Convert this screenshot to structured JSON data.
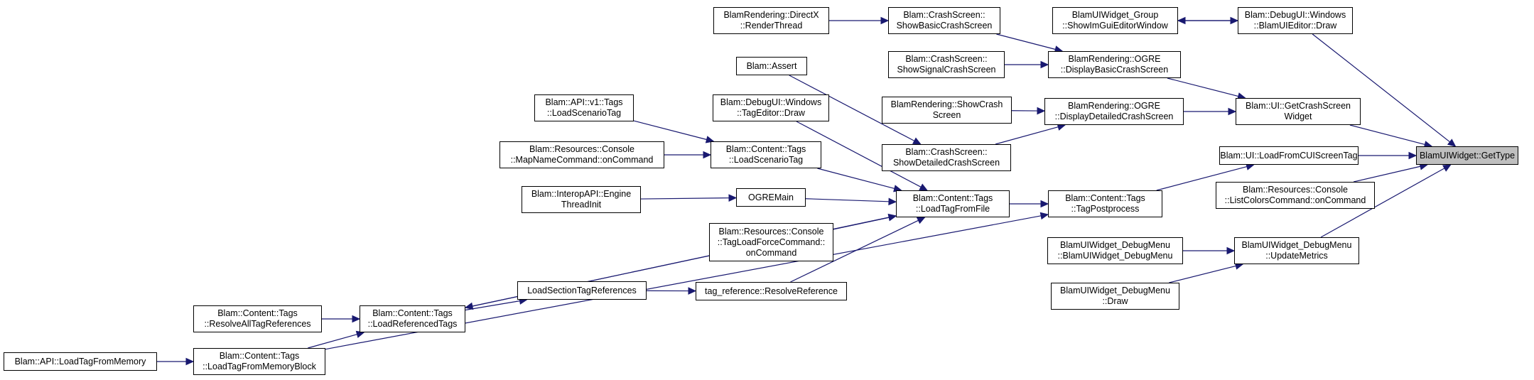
{
  "title": "BlamUIWidget::GetType caller graph",
  "nodes": [
    {
      "id": "getType",
      "lines": [
        "BlamUIWidget::GetType"
      ],
      "root": true
    },
    {
      "id": "renderThread",
      "lines": [
        "BlamRendering::DirectX",
        "::RenderThread"
      ]
    },
    {
      "id": "showBasic",
      "lines": [
        "Blam::CrashScreen::",
        "ShowBasicCrashScreen"
      ]
    },
    {
      "id": "widgetGroup",
      "lines": [
        "BlamUIWidget_Group",
        "::ShowImGuiEditorWindow"
      ]
    },
    {
      "id": "uiEditorDraw",
      "lines": [
        "Blam::DebugUI::Windows",
        "::BlamUIEditor::Draw"
      ]
    },
    {
      "id": "assert",
      "lines": [
        "Blam::Assert"
      ]
    },
    {
      "id": "showSignal",
      "lines": [
        "Blam::CrashScreen::",
        "ShowSignalCrashScreen"
      ]
    },
    {
      "id": "ogreBasic",
      "lines": [
        "BlamRendering::OGRE",
        "::DisplayBasicCrashScreen"
      ]
    },
    {
      "id": "apiTags",
      "lines": [
        "Blam::API::v1::Tags",
        "::LoadScenarioTag"
      ]
    },
    {
      "id": "tagEditor",
      "lines": [
        "Blam::DebugUI::Windows",
        "::TagEditor::Draw"
      ]
    },
    {
      "id": "showCrash",
      "lines": [
        "BlamRendering::ShowCrash",
        "Screen"
      ]
    },
    {
      "id": "ogreDetailed",
      "lines": [
        "BlamRendering::OGRE",
        "::DisplayDetailedCrashScreen"
      ]
    },
    {
      "id": "getCrashWidget",
      "lines": [
        "Blam::UI::GetCrashScreen",
        "Widget"
      ]
    },
    {
      "id": "mapName",
      "lines": [
        "Blam::Resources::Console",
        "::MapNameCommand::onCommand"
      ]
    },
    {
      "id": "loadScenario",
      "lines": [
        "Blam::Content::Tags",
        "::LoadScenarioTag"
      ]
    },
    {
      "id": "showDetailed",
      "lines": [
        "Blam::CrashScreen::",
        "ShowDetailedCrashScreen"
      ]
    },
    {
      "id": "loadCui",
      "lines": [
        "Blam::UI::LoadFromCUIScreenTag"
      ]
    },
    {
      "id": "listColors",
      "lines": [
        "Blam::Resources::Console",
        "::ListColorsCommand::onCommand"
      ]
    },
    {
      "id": "interop",
      "lines": [
        "Blam::InteropAPI::Engine",
        "ThreadInit"
      ]
    },
    {
      "id": "ogreMain",
      "lines": [
        "OGREMain"
      ]
    },
    {
      "id": "loadTagFromFile",
      "lines": [
        "Blam::Content::Tags",
        "::LoadTagFromFile"
      ]
    },
    {
      "id": "postprocess",
      "lines": [
        "Blam::Content::Tags",
        "::TagPostprocess"
      ]
    },
    {
      "id": "tagLoadForce",
      "lines": [
        "Blam::Resources::Console",
        "::TagLoadForceCommand::",
        "onCommand"
      ]
    },
    {
      "id": "debugMenuCtor",
      "lines": [
        "BlamUIWidget_DebugMenu",
        "::BlamUIWidget_DebugMenu"
      ]
    },
    {
      "id": "updateMetrics",
      "lines": [
        "BlamUIWidget_DebugMenu",
        "::UpdateMetrics"
      ]
    },
    {
      "id": "loadSection",
      "lines": [
        "LoadSectionTagReferences"
      ]
    },
    {
      "id": "resolveRef",
      "lines": [
        "tag_reference::ResolveReference"
      ]
    },
    {
      "id": "debugMenuDraw",
      "lines": [
        "BlamUIWidget_DebugMenu",
        "::Draw"
      ]
    },
    {
      "id": "resolveAll",
      "lines": [
        "Blam::Content::Tags",
        "::ResolveAllTagReferences"
      ]
    },
    {
      "id": "loadReferenced",
      "lines": [
        "Blam::Content::Tags",
        "::LoadReferencedTags"
      ]
    },
    {
      "id": "apiLoadMemory",
      "lines": [
        "Blam::API::LoadTagFromMemory"
      ]
    },
    {
      "id": "loadMemoryBlock",
      "lines": [
        "Blam::Content::Tags",
        "::LoadTagFromMemoryBlock"
      ]
    }
  ],
  "edges": [
    [
      "renderThread",
      "showBasic"
    ],
    [
      "showBasic",
      "ogreBasic"
    ],
    [
      "uiEditorDraw",
      "widgetGroup"
    ],
    [
      "widgetGroup",
      "uiEditorDraw"
    ],
    [
      "uiEditorDraw",
      "getType"
    ],
    [
      "showSignal",
      "ogreBasic"
    ],
    [
      "ogreBasic",
      "getCrashWidget"
    ],
    [
      "showCrash",
      "ogreDetailed"
    ],
    [
      "showDetailed",
      "ogreDetailed"
    ],
    [
      "ogreDetailed",
      "getCrashWidget"
    ],
    [
      "getCrashWidget",
      "getType"
    ],
    [
      "assert",
      "showDetailed"
    ],
    [
      "apiTags",
      "loadScenario"
    ],
    [
      "mapName",
      "loadScenario"
    ],
    [
      "tagEditor",
      "loadTagFromFile"
    ],
    [
      "loadScenario",
      "loadTagFromFile"
    ],
    [
      "interop",
      "ogreMain"
    ],
    [
      "ogreMain",
      "loadTagFromFile"
    ],
    [
      "tagLoadForce",
      "loadTagFromFile"
    ],
    [
      "resolveRef",
      "loadTagFromFile"
    ],
    [
      "loadReferenced",
      "loadTagFromFile"
    ],
    [
      "loadTagFromFile",
      "postprocess"
    ],
    [
      "loadMemoryBlock",
      "postprocess"
    ],
    [
      "postprocess",
      "loadCui"
    ],
    [
      "loadCui",
      "getType"
    ],
    [
      "listColors",
      "getType"
    ],
    [
      "updateMetrics",
      "getType"
    ],
    [
      "debugMenuCtor",
      "updateMetrics"
    ],
    [
      "debugMenuDraw",
      "updateMetrics"
    ],
    [
      "loadSection",
      "resolveRef"
    ],
    [
      "loadReferenced",
      "loadSection"
    ],
    [
      "loadTagFromFile",
      "loadReferenced"
    ],
    [
      "resolveAll",
      "loadReferenced"
    ],
    [
      "loadMemoryBlock",
      "loadReferenced"
    ],
    [
      "apiLoadMemory",
      "loadMemoryBlock"
    ]
  ]
}
